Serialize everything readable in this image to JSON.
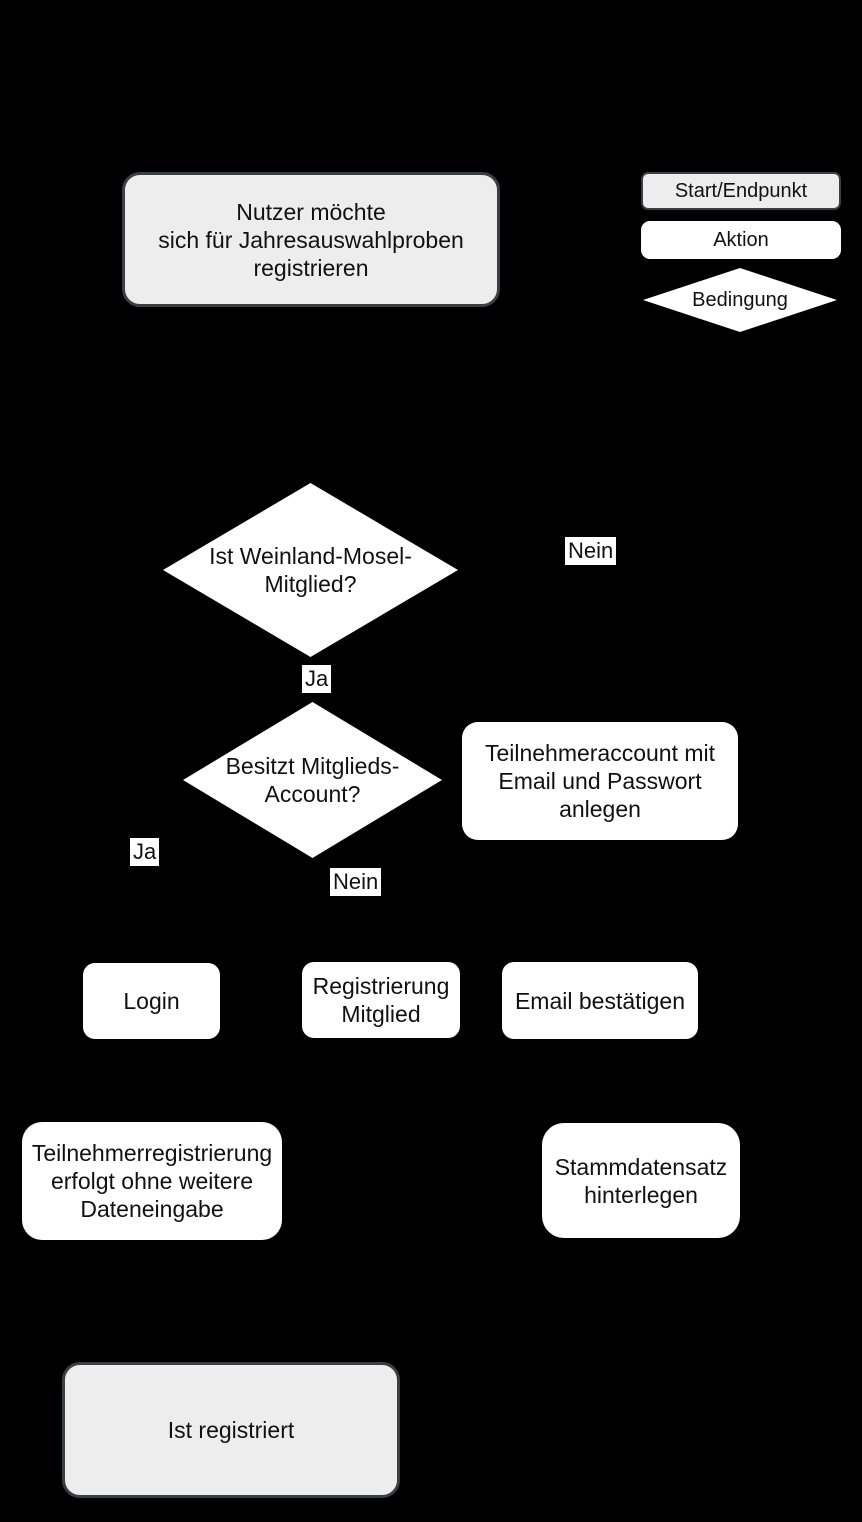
{
  "colors": {
    "background": "#000000",
    "start_end_fill": "#ededed",
    "start_end_border": "#3a3f44",
    "action_fill": "#ffffff",
    "condition_fill": "#ffffff",
    "text": "#111111",
    "edge_label_bg": "#ffffff"
  },
  "legend": {
    "start_end": "Start/Endpunkt",
    "action": "Aktion",
    "condition": "Bedingung"
  },
  "nodes": {
    "start": {
      "type": "start-end",
      "text": "Nutzer möchte\nsich für Jahresauswahlproben\nregistrieren"
    },
    "cond_mitglied": {
      "type": "condition",
      "text": "Ist Weinland-Mosel-\nMitglied?"
    },
    "cond_account": {
      "type": "condition",
      "text": "Besitzt Mitglieds-\nAccount?"
    },
    "teilnehmeraccount": {
      "type": "action",
      "text": "Teilnehmeraccount mit\nEmail und Passwort\nanlegen"
    },
    "login": {
      "type": "action",
      "text": "Login"
    },
    "registrierung_mitglied": {
      "type": "action",
      "text": "Registrierung\nMitglied"
    },
    "email_bestaetigen": {
      "type": "action",
      "text": "Email bestätigen"
    },
    "teilnehmerregistrierung": {
      "type": "action",
      "text": "Teilnehmerregistrierung\nerfolgt ohne weitere\nDateneingabe"
    },
    "stammdatensatz": {
      "type": "action",
      "text": "Stammdatensatz\nhinterlegen"
    },
    "end": {
      "type": "start-end",
      "text": "Ist registriert"
    }
  },
  "edge_labels": {
    "mitglied_nein": "Nein",
    "mitglied_ja": "Ja",
    "account_ja": "Ja",
    "account_nein": "Nein"
  }
}
